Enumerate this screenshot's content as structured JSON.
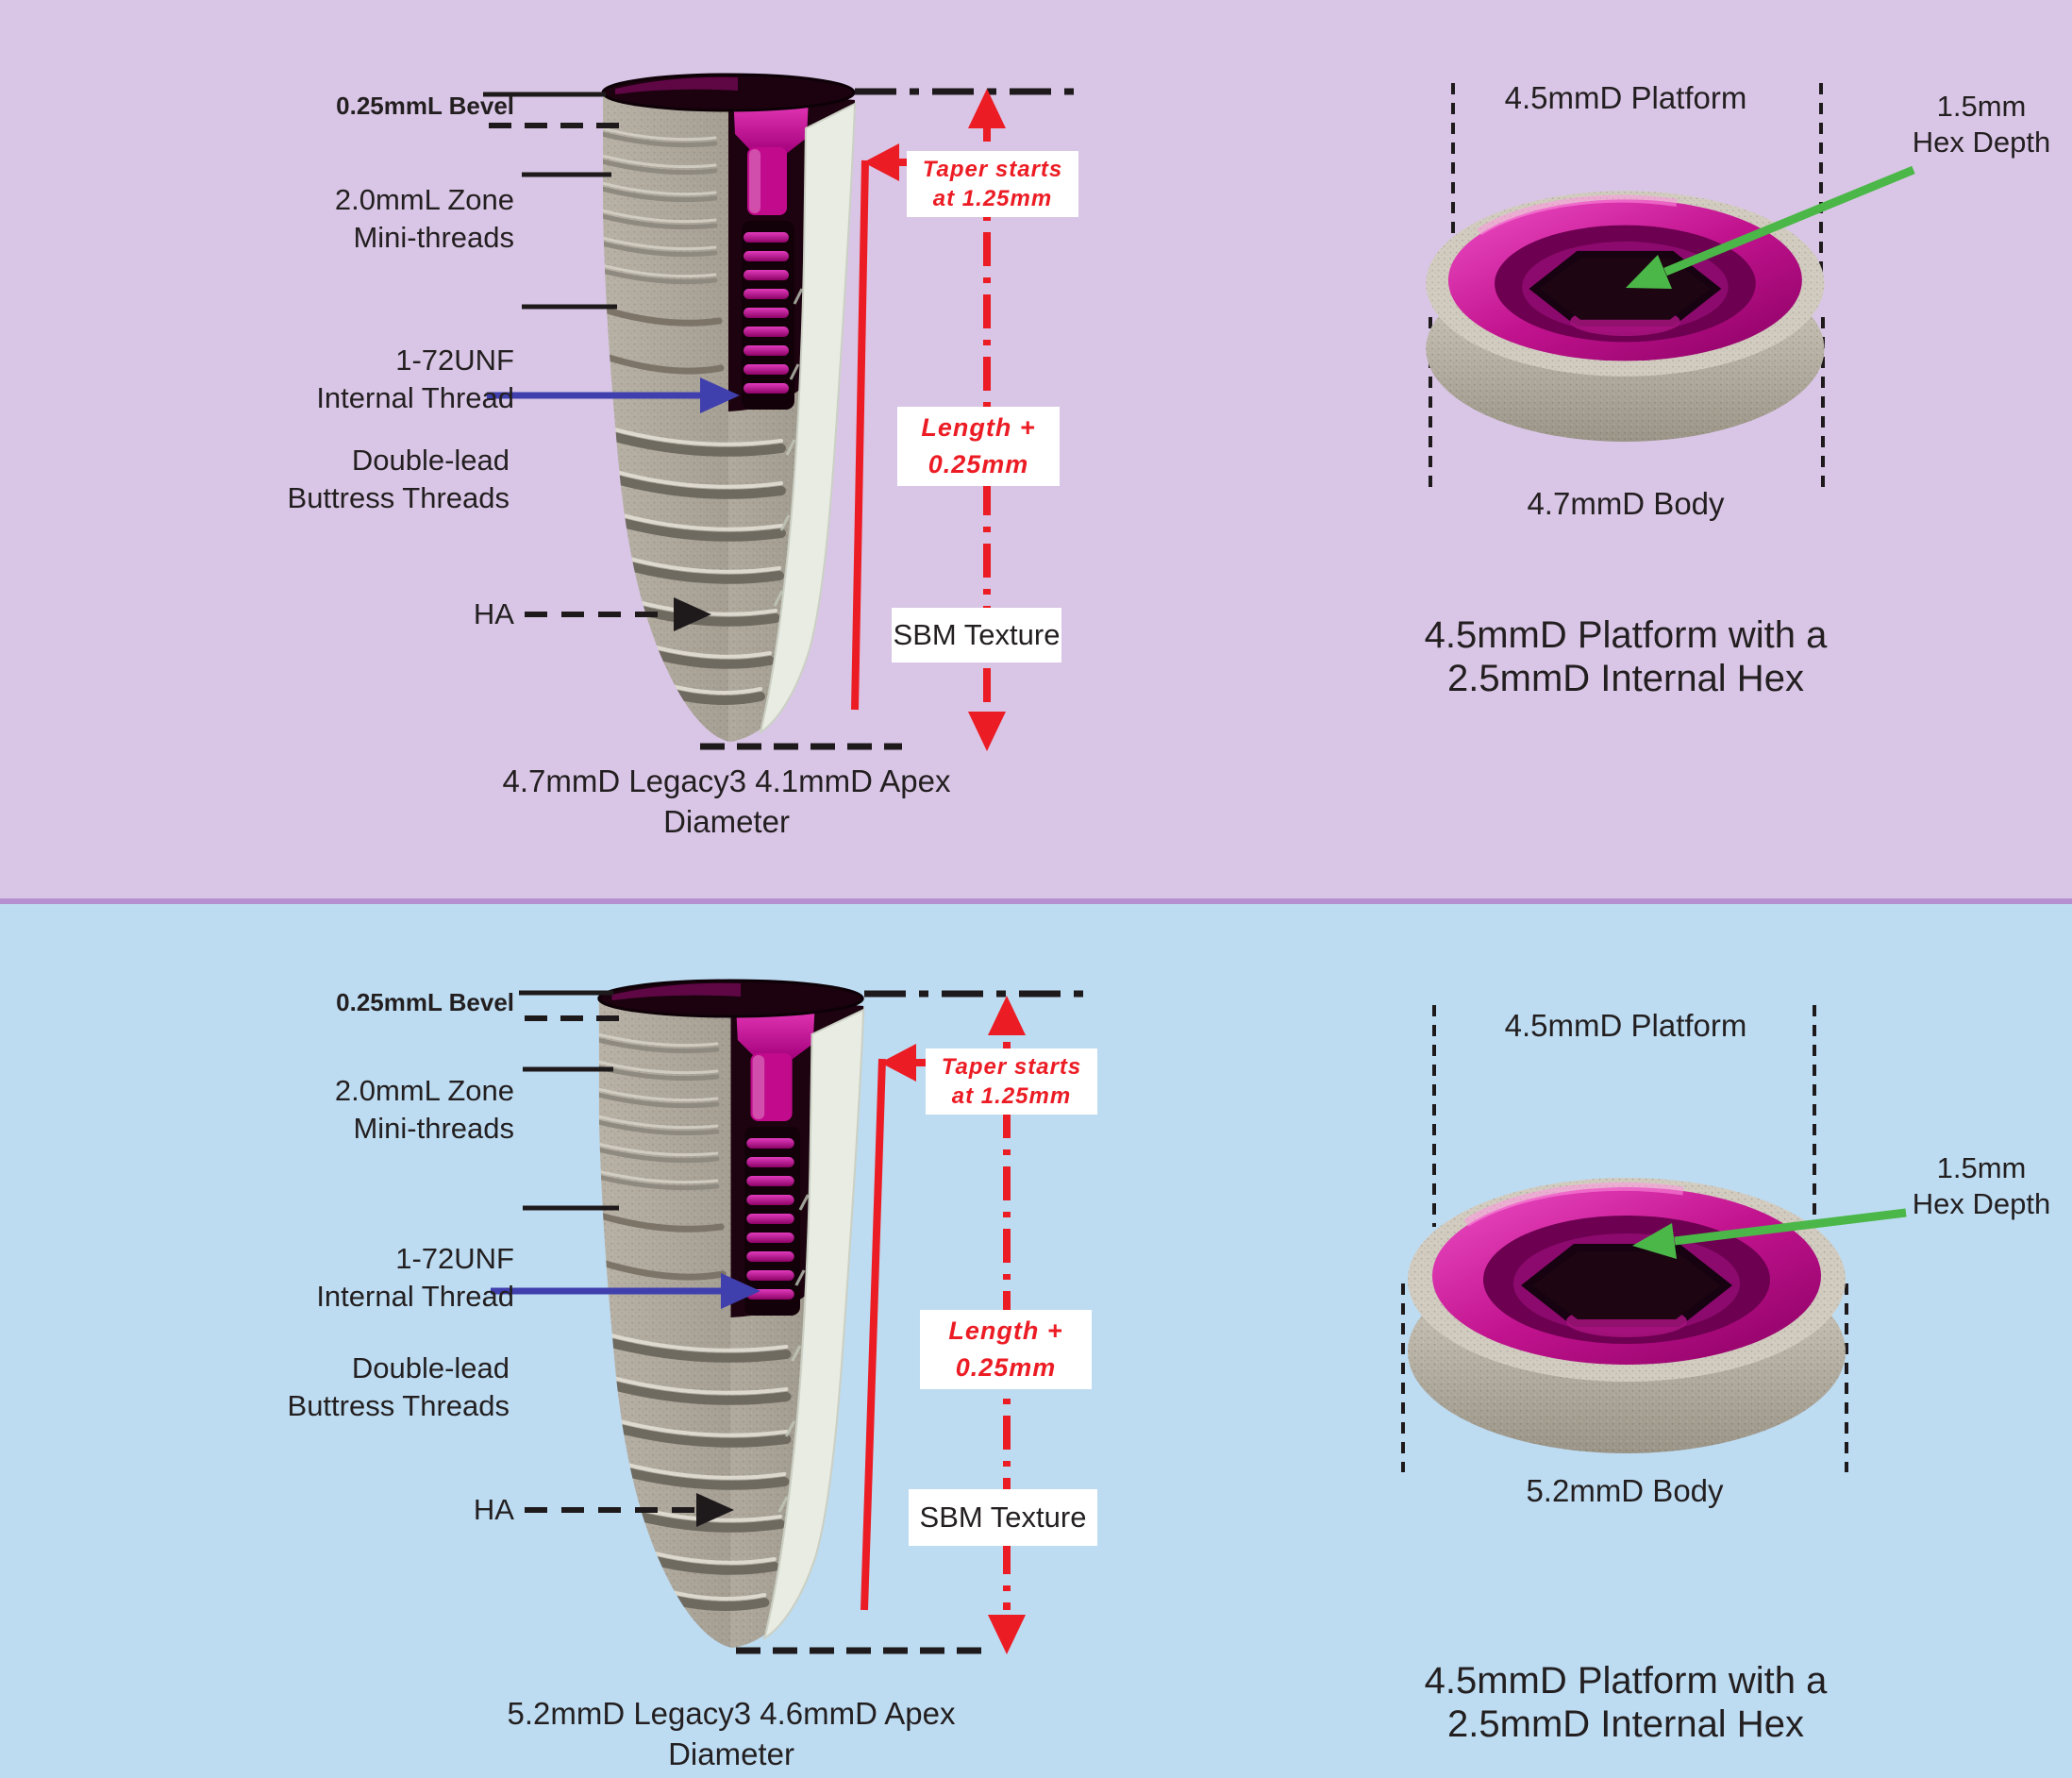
{
  "colors": {
    "top_panel_background": "#d9c6e6",
    "bottom_panel_background": "#bddcf2",
    "divider": "#b68fd0",
    "annotation_red": "#ec1c24",
    "internal_thread_arrow_blue": "#3f3fae",
    "hex_depth_arrow_green": "#4bb748",
    "label_text": "#231f20",
    "implant_magenta": "#c2138f",
    "implant_gray": "#b7b1a5"
  },
  "panels": [
    {
      "implant": {
        "bevel_label": "0.25mmL Bevel",
        "zone_line1": "2.0mmL Zone",
        "zone_line2": "Mini-threads",
        "thread_line1": "1-72UNF",
        "thread_line2": "Internal Thread",
        "buttress_line1": "Double-lead",
        "buttress_line2": "Buttress Threads",
        "ha_label": "HA",
        "taper_line1": "Taper starts",
        "taper_line2": "at 1.25mm",
        "length_line1": "Length",
        "length_line2": "+ 0.25mm",
        "texture_label": "SBM Texture",
        "caption_line1": "4.7mmD Legacy3",
        "caption_line2": "4.1mmD Apex Diameter"
      },
      "platform": {
        "platform_label": "4.5mmD Platform",
        "hex_line1": "1.5mm",
        "hex_line2": "Hex Depth",
        "body_label": "4.7mmD Body",
        "caption_line1": "4.5mmD Platform with a",
        "caption_line2": "2.5mmD Internal Hex"
      }
    },
    {
      "implant": {
        "bevel_label": "0.25mmL Bevel",
        "zone_line1": "2.0mmL Zone",
        "zone_line2": "Mini-threads",
        "thread_line1": "1-72UNF",
        "thread_line2": "Internal Thread",
        "buttress_line1": "Double-lead",
        "buttress_line2": "Buttress Threads",
        "ha_label": "HA",
        "taper_line1": "Taper starts",
        "taper_line2": "at 1.25mm",
        "length_line1": "Length",
        "length_line2": "+ 0.25mm",
        "texture_label": "SBM Texture",
        "caption_line1": "5.2mmD Legacy3",
        "caption_line2": "4.6mmD Apex Diameter"
      },
      "platform": {
        "platform_label": "4.5mmD Platform",
        "hex_line1": "1.5mm",
        "hex_line2": "Hex Depth",
        "body_label": "5.2mmD Body",
        "caption_line1": "4.5mmD Platform with a",
        "caption_line2": "2.5mmD Internal Hex"
      }
    }
  ]
}
